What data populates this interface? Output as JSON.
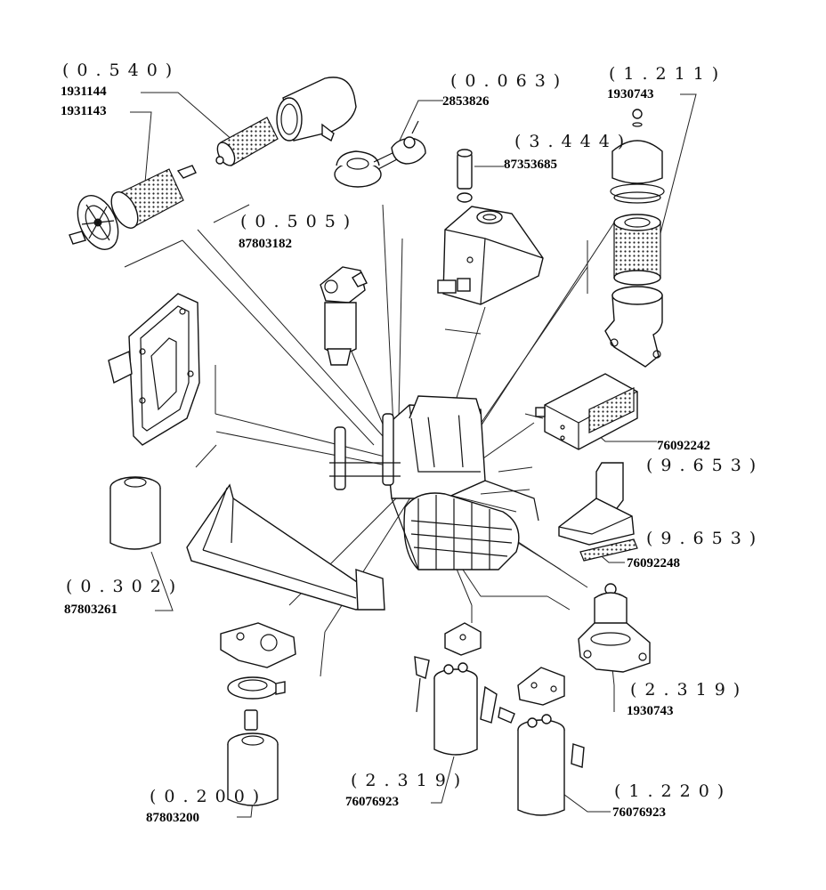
{
  "callouts": [
    {
      "id": "c1",
      "ref": "(0.540)",
      "parts": [
        "1931144",
        "1931143"
      ]
    },
    {
      "id": "c2",
      "ref": "(0.063)",
      "parts": [
        "2853826"
      ]
    },
    {
      "id": "c3",
      "ref": "(1.211)",
      "parts": [
        "1930743"
      ]
    },
    {
      "id": "c4",
      "ref": "(3.444)",
      "parts": [
        "87353685"
      ]
    },
    {
      "id": "c5",
      "ref": "(0.505)",
      "parts": [
        "87803182"
      ]
    },
    {
      "id": "c6",
      "ref": "(9.653)",
      "parts": [
        "76092242"
      ]
    },
    {
      "id": "c7",
      "ref": "(9.653)",
      "parts": [
        "76092248"
      ]
    },
    {
      "id": "c8",
      "ref": "(0.302)",
      "parts": [
        "87803261"
      ]
    },
    {
      "id": "c9",
      "ref": "(2.319)",
      "parts": [
        "1930743"
      ]
    },
    {
      "id": "c10",
      "ref": "(0.200)",
      "parts": [
        "87803200"
      ]
    },
    {
      "id": "c11",
      "ref": "(2.319)",
      "parts": [
        "76076923"
      ]
    },
    {
      "id": "c12",
      "ref": "(1.220)",
      "parts": [
        "76076923"
      ]
    }
  ]
}
